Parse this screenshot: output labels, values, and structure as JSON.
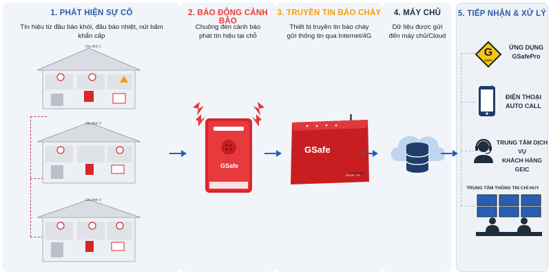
{
  "steps": [
    {
      "title": "1. PHÁT HIỆN SỰ CỐ",
      "description": "Tín hiệu từ đầu báo khói, đầu báo nhiệt, nút bấm khẩn cấp"
    },
    {
      "title": "2. BÁO ĐỘNG CẢNH BÁO",
      "description": "Chuông đèn cảnh báo phát tín hiệu tại chỗ"
    },
    {
      "title": "3. TRUYỀN TIN BÁO CHÁY",
      "description": "Thiết bị truyền tin báo cháy gửi thông tin qua Internet/4G"
    },
    {
      "title": "4. MÁY CHỦ",
      "description": "Dữ liệu được gửi đến máy chủ/Cloud"
    },
    {
      "title": "5. TIẾP NHẬN & XỬ LÝ",
      "description": ""
    }
  ],
  "houses": [
    {
      "label": "Gia đình 1"
    },
    {
      "label": "Gia đình 2"
    },
    {
      "label": "Gia đình 3"
    }
  ],
  "devices": {
    "alarm_brand": "GSafe",
    "transmitter_brand": "GSafe",
    "transmitter_model": "Model: G6",
    "app_logo_letter": "G",
    "app_logo_sub": "SAFE"
  },
  "receivers": [
    {
      "label_line1": "ỨNG DỤNG",
      "label_line2": "GSafePro",
      "icon": "gsafe-app-icon"
    },
    {
      "label_line1": "ĐIỆN THOẠI",
      "label_line2": "AUTO CALL",
      "icon": "smartphone-icon"
    },
    {
      "label_line1": "TRUNG TÂM DỊCH VỤ",
      "label_line2": "KHÁCH HÀNG GEIC",
      "icon": "headset-agent-icon"
    },
    {
      "label_line1": "TRUNG TÂM THÔNG TIN CHỈ HUY",
      "label_line2": "",
      "icon": "command-center-icon"
    }
  ],
  "colors": {
    "step1": "#2b5aa8",
    "step2": "#e53935",
    "step3": "#f39c12",
    "step4": "#1f2d3d",
    "arrow": "#1d63b8",
    "device_red": "#d9262b"
  }
}
